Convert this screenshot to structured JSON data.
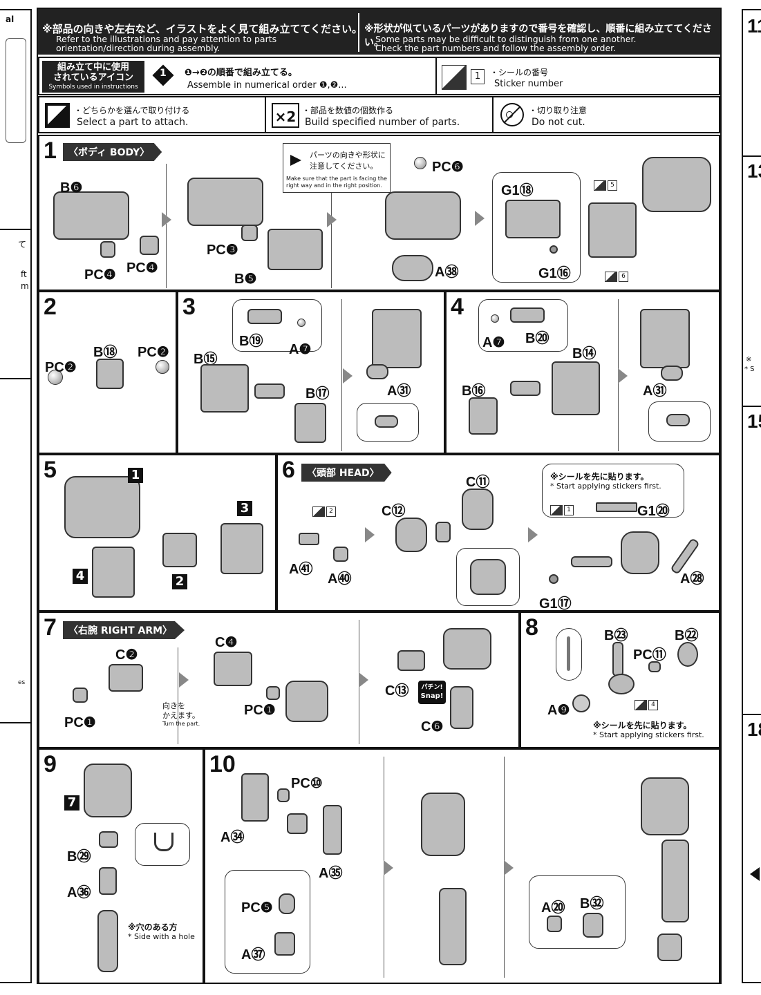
{
  "header": {
    "left_jp": "※部品の向きや左右など、イラストをよく見て組み立ててください。",
    "left_en1": "Refer to the illustrations and pay attention to parts",
    "left_en2": "orientation/direction during assembly.",
    "right_jp": "※形状が似ているパーツがありますので番号を確認し、順番に組み立ててください。",
    "right_en1": "Some parts may be difficult to distinguish from one another.",
    "right_en2": "Check the part numbers and follow the assembly order."
  },
  "icons_legend": {
    "title_jp1": "組み立て中に使用",
    "title_jp2": "されているアイコン",
    "title_en": "Symbols used in instructions",
    "order_jp": "❶→❷の順番で組み立てる。",
    "order_en": "Assemble in numerical order ❶,❷...",
    "sticker_num": "1",
    "sticker_jp": "・シールの番号",
    "sticker_en": "Sticker number",
    "select_jp": "・どちらかを選んで取り付ける",
    "select_en": "Select a part to attach.",
    "multi_jp": "・部品を数値の個数作る",
    "multi_en": "Build specified number of parts.",
    "multi_mark": "×2",
    "nocut_jp": "・切り取り注意",
    "nocut_en": "Do not cut."
  },
  "steps": {
    "s1": {
      "num": "1",
      "title": "〈ボディ BODY〉",
      "note_jp1": "パーツの向きや形状に",
      "note_jp2": "注意してください。",
      "note_en1": "Make sure that the part is facing the",
      "note_en2": "right way and in the right position.",
      "labels": [
        "B❻",
        "PC❹",
        "PC❹",
        "PC❸",
        "B❺",
        "PC❻",
        "A㊳",
        "G1⑱",
        "G1⑯"
      ],
      "stickers": [
        "5",
        "6"
      ]
    },
    "s2": {
      "num": "2",
      "labels": [
        "B⑱",
        "PC❷",
        "PC❷"
      ]
    },
    "s3": {
      "num": "3",
      "labels": [
        "B⑲",
        "A❼",
        "B⑮",
        "B⑰",
        "A㉛"
      ]
    },
    "s4": {
      "num": "4",
      "labels": [
        "A❼",
        "B⑳",
        "B⑭",
        "B⑯",
        "A㉛"
      ]
    },
    "s5": {
      "num": "5",
      "refs": [
        "1",
        "3",
        "4",
        "2"
      ]
    },
    "s6": {
      "num": "6",
      "title": "〈頭部 HEAD〉",
      "note_jp": "※シールを先に貼ります。",
      "note_en": "* Start applying stickers first.",
      "labels": [
        "C⑪",
        "C⑫",
        "A㊶",
        "A㊵",
        "G1⑳",
        "A㉘",
        "G1⑰"
      ],
      "stickers": [
        "2",
        "1"
      ]
    },
    "s7": {
      "num": "7",
      "title": "〈右腕 RIGHT ARM〉",
      "turn_jp1": "向きを",
      "turn_jp2": "かえます。",
      "turn_en": "Turn the part.",
      "snap_jp": "パチン!",
      "snap_en": "Snap!",
      "labels": [
        "C❷",
        "PC❶",
        "C❹",
        "PC❶",
        "C⑬",
        "C❻"
      ]
    },
    "s8": {
      "num": "8",
      "labels": [
        "B㉓",
        "B㉒",
        "PC⑪",
        "A❾"
      ],
      "sticker": "4",
      "note_jp": "※シールを先に貼ります。",
      "note_en": "* Start applying stickers first."
    },
    "s9": {
      "num": "9",
      "ref": "7",
      "labels": [
        "B㉙",
        "A㊱"
      ],
      "note_jp": "※穴のある方",
      "note_en": "* Side with a hole"
    },
    "s10": {
      "num": "10",
      "labels": [
        "PC⑩",
        "A㉞",
        "A㉟",
        "PC❺",
        "A㊲",
        "A⑳",
        "B㉜"
      ]
    }
  },
  "sidebar_left": {
    "t1": "al",
    "t2": "て",
    "t3": "ft",
    "t4": "m",
    "t5": "es"
  },
  "sidebar_right": {
    "n11": "11",
    "n13": "13",
    "n15": "15",
    "n18": "18",
    "t1": "※",
    "t2": "* S"
  }
}
